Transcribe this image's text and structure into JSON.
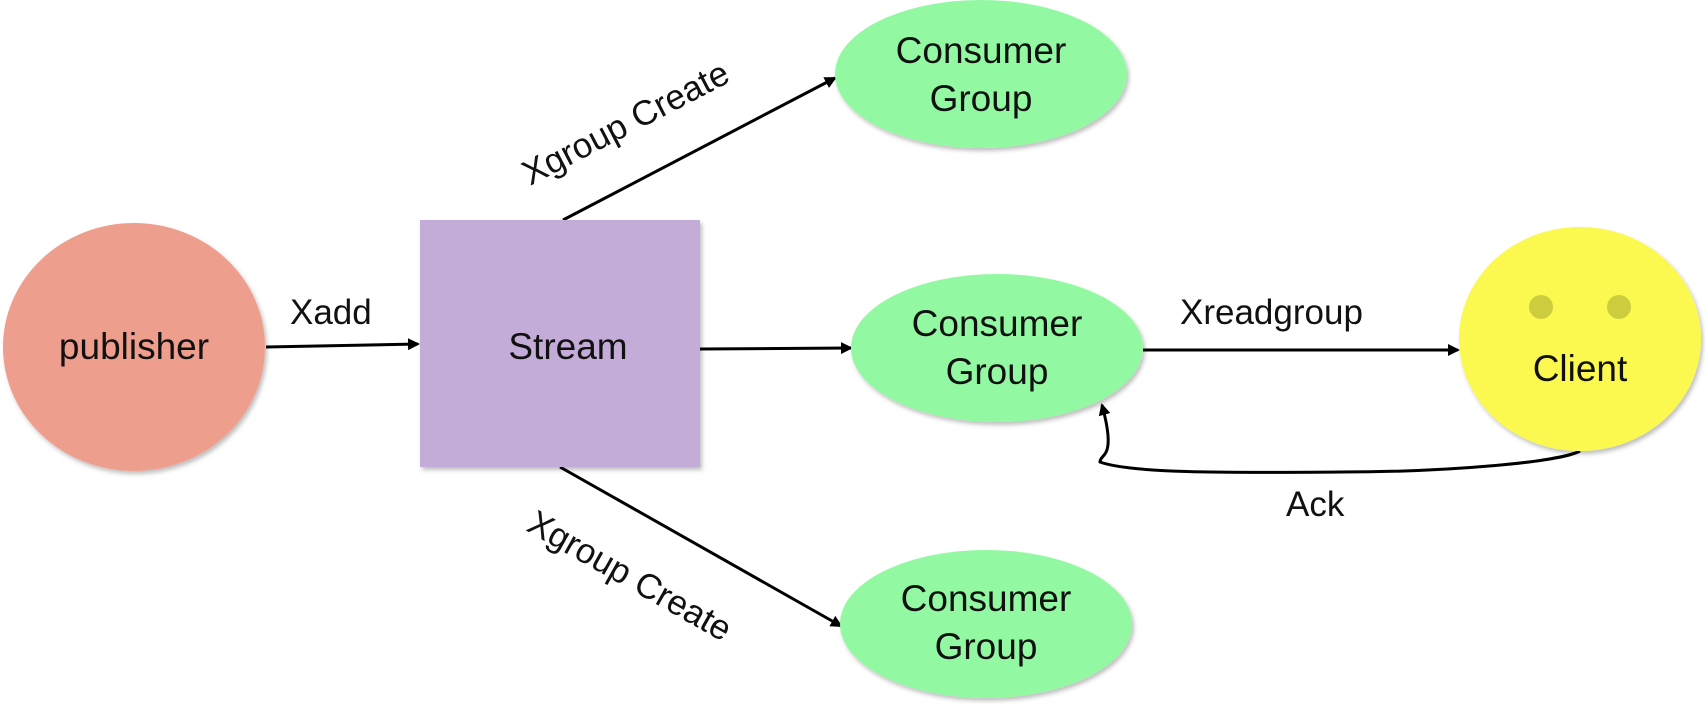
{
  "nodes": {
    "publisher": {
      "label": "publisher",
      "color": "#ee9e8d"
    },
    "stream": {
      "label": "Stream",
      "color": "#c4acd9"
    },
    "group_top": {
      "line1": "Consumer",
      "line2": "Group",
      "color": "#93f8a2"
    },
    "group_middle": {
      "line1": "Consumer",
      "line2": "Group",
      "color": "#93f8a2"
    },
    "group_bottom": {
      "line1": "Consumer",
      "line2": "Group",
      "color": "#93f8a2"
    },
    "client": {
      "label": "Client",
      "color": "#fbf94f",
      "eye_color": "#cdcc3f"
    }
  },
  "edges": {
    "xadd": "Xadd",
    "xgroup_create_top": "Xgroup Create",
    "xgroup_create_bottom": "Xgroup Create",
    "xreadgroup": "Xreadgroup",
    "ack": "Ack"
  }
}
